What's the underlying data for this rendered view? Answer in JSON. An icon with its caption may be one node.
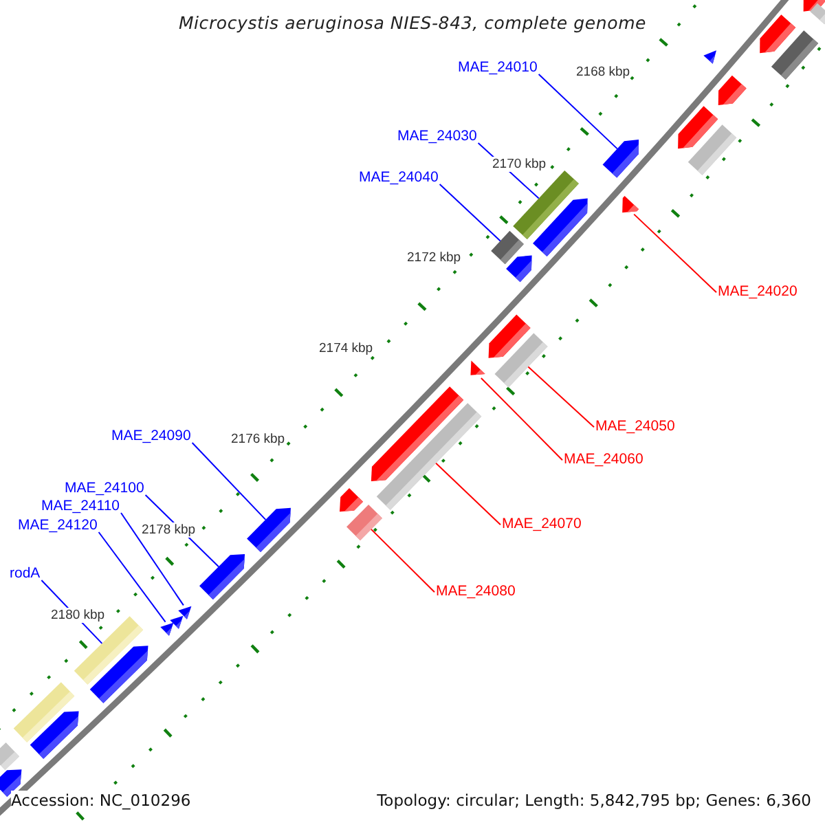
{
  "diagram": {
    "title": "Microcystis aeruginosa NIES-843, complete genome",
    "nodes": [
      {
        "text": [
          "MAE_24010"
        ]
      },
      {
        "text": [
          "MAE_24030"
        ]
      },
      {
        "text": [
          "MAE_24040"
        ]
      },
      {
        "text": [
          "MAE_24020"
        ]
      },
      {
        "text": [
          "MAE_24050"
        ]
      },
      {
        "text": [
          "MAE_24090"
        ]
      },
      {
        "text": [
          "MAE_24060"
        ]
      },
      {
        "text": [
          "MAE_24100"
        ]
      },
      {
        "text": [
          "MAE_24110"
        ]
      },
      {
        "text": [
          "MAE_24070"
        ]
      },
      {
        "text": [
          "MAE_24120"
        ]
      },
      {
        "text": [
          "rodA"
        ]
      },
      {
        "text": [
          "MAE_24080"
        ]
      },
      {
        "text": [],
        "shape": "arrow"
      },
      {
        "text": [],
        "shape": "bar"
      },
      {
        "text": [],
        "shape": "arrow"
      },
      {
        "text": [],
        "shape": "arrow"
      },
      {
        "text": [],
        "shape": "bar"
      },
      {
        "text": [],
        "shape": "arrow"
      },
      {
        "text": [],
        "shape": "arrow"
      },
      {
        "text": [],
        "shape": "bar"
      },
      {
        "text": [],
        "shape": "arrow"
      },
      {
        "text": [],
        "shape": "arrow"
      },
      {
        "text": [],
        "shape": "bar"
      },
      {
        "text": [],
        "shape": "arrow"
      },
      {
        "text": [],
        "shape": "bar"
      },
      {
        "text": [],
        "shape": "arrow"
      },
      {
        "text": [],
        "shape": "arrow"
      },
      {
        "text": [],
        "shape": "bar"
      },
      {
        "text": [],
        "shape": "arrow"
      },
      {
        "text": [],
        "shape": "arrow"
      },
      {
        "text": [],
        "shape": "bar"
      },
      {
        "text": [],
        "shape": "arrow"
      },
      {
        "text": [],
        "shape": "bar"
      },
      {
        "text": [],
        "shape": "arrow"
      },
      {
        "text": [],
        "shape": "arrow"
      },
      {
        "text": [],
        "shape": "arrow"
      },
      {
        "text": [],
        "shape": "arrow"
      },
      {
        "text": [],
        "shape": "arrow"
      },
      {
        "text": [],
        "shape": "bar"
      },
      {
        "text": [],
        "shape": "arrow"
      },
      {
        "text": [],
        "shape": "bar"
      },
      {
        "text": [],
        "shape": "arrow"
      },
      {
        "text": [],
        "shape": "bar"
      },
      {
        "text": [],
        "shape": "arrow"
      }
    ],
    "edges": [
      {
        "from": 0,
        "to": 21,
        "arrow": "none"
      },
      {
        "from": 1,
        "to": 23,
        "arrow": "none"
      },
      {
        "from": 2,
        "to": 25,
        "arrow": "none"
      },
      {
        "from": 3,
        "to": 22,
        "arrow": "none",
        "color": "#ff0000"
      },
      {
        "from": 4,
        "to": 28,
        "arrow": "none",
        "color": "#ff0000"
      },
      {
        "from": 5,
        "to": 34,
        "arrow": "none"
      },
      {
        "from": 6,
        "to": 29,
        "arrow": "none",
        "color": "#ff0000"
      },
      {
        "from": 7,
        "to": 35,
        "arrow": "none"
      },
      {
        "from": 8,
        "to": 36,
        "arrow": "none"
      },
      {
        "from": 9,
        "to": 31,
        "arrow": "none",
        "color": "#ff0000"
      },
      {
        "from": 10,
        "to": 38,
        "arrow": "none"
      },
      {
        "from": 11,
        "to": 39,
        "arrow": "none"
      },
      {
        "from": 12,
        "to": 33,
        "arrow": "none",
        "color": "#ff0000"
      }
    ],
    "labels": [
      "2168 kbp",
      "2170 kbp",
      "2172 kbp",
      "2174 kbp",
      "2176 kbp",
      "2178 kbp",
      "2180 kbp",
      "Accession: NC_010296",
      "Topology: circular; Length: 5,842,795 bp; Genes: 6,360"
    ]
  }
}
